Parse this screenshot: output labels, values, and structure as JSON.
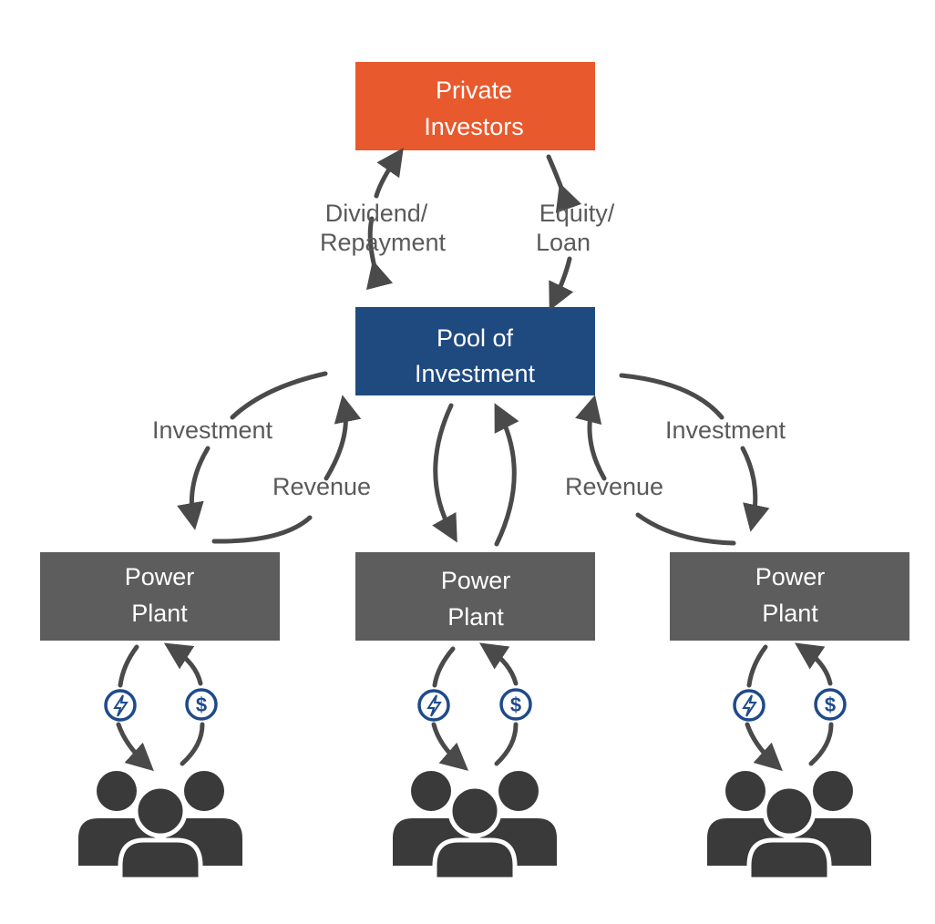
{
  "colors": {
    "investors_box": "#e8592d",
    "pool_box": "#1f4a80",
    "plant_box": "#5d5d5d",
    "arrow": "#4a4a4a",
    "people": "#3a3a3a",
    "icon": "#1f4a8a"
  },
  "nodes": {
    "investors": {
      "line1": "Private",
      "line2": "Investors"
    },
    "pool": {
      "line1": "Pool of",
      "line2": "Investment"
    },
    "plants": [
      {
        "line1": "Power",
        "line2": "Plant"
      },
      {
        "line1": "Power",
        "line2": "Plant"
      },
      {
        "line1": "Power",
        "line2": "Plant"
      }
    ]
  },
  "flows": {
    "dividend": {
      "line1": "Dividend/",
      "line2": "Repayment"
    },
    "equity": {
      "line1": "Equity/",
      "line2": "Loan"
    },
    "investment_left": "Investment",
    "revenue_left": "Revenue",
    "investment_right": "Investment",
    "revenue_right": "Revenue"
  },
  "icons": {
    "electricity": "lightning-bolt-icon",
    "payment": "dollar-coin-icon",
    "dollar_glyph": "$",
    "consumers": "people-group-icon"
  }
}
